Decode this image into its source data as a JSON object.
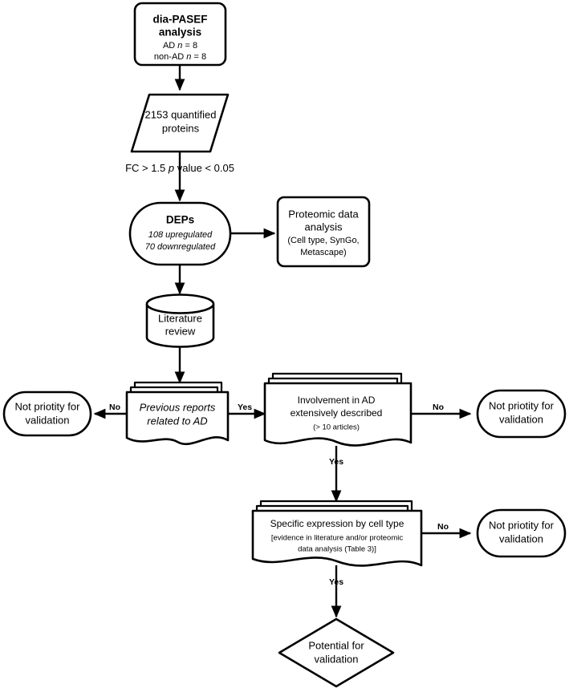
{
  "diagram": {
    "title": "Proteomics biomarker prioritization workflow",
    "background_color": "#ffffff",
    "stroke_color": "#000000"
  },
  "nodes": {
    "dia_pasef": {
      "shape": "rounded-rectangle",
      "line1": "dia-PASEF",
      "line2": "analysis",
      "line3_prefix": "AD ",
      "line3_italic": "n",
      "line3_suffix": " = 8",
      "line4_prefix": "non-AD ",
      "line4_italic": "n",
      "line4_suffix": " = 8"
    },
    "quantified_proteins": {
      "shape": "parallelogram",
      "line1": "2153 quantified",
      "line2": "proteins"
    },
    "deps": {
      "shape": "stadium",
      "title": "DEPs",
      "line1": "108 upregulated",
      "line2": "70 downregulated"
    },
    "proteomic_analysis": {
      "shape": "rounded-rectangle",
      "line1": "Proteomic data",
      "line2": "analysis",
      "line3": "(Cell type, SynGo,",
      "line4": "Metascape)"
    },
    "literature_review": {
      "shape": "cylinder",
      "line1": "Literature",
      "line2": "review"
    },
    "previous_reports": {
      "shape": "multi-document",
      "line1": "Previous reports",
      "line2": "related to AD"
    },
    "involvement_ad": {
      "shape": "multi-document",
      "line1": "Involvement in AD",
      "line2": "extensively described",
      "line3": "(> 10 articles)"
    },
    "specific_expression": {
      "shape": "multi-document",
      "line1": "Specific expression by cell type",
      "line2": "[evidence in literature and/or proteomic",
      "line3": "data analysis (Table 3)]"
    },
    "not_priority_left": {
      "shape": "stadium",
      "line1": "Not priotity for",
      "line2": "validation"
    },
    "not_priority_right_top": {
      "shape": "stadium",
      "line1": "Not priotity for",
      "line2": "validation"
    },
    "not_priority_right_bottom": {
      "shape": "stadium",
      "line1": "Not priotity for",
      "line2": "validation"
    },
    "potential_validation": {
      "shape": "diamond",
      "line1": "Potential for",
      "line2": "validation"
    }
  },
  "edges": {
    "filter_criteria": {
      "prefix": "FC > 1.5 ",
      "italic": "p",
      "suffix": " value < 0.05"
    },
    "reports_no": "No",
    "reports_yes": "Yes",
    "involvement_no": "No",
    "involvement_yes": "Yes",
    "expression_no": "No",
    "expression_yes": "Yes"
  }
}
